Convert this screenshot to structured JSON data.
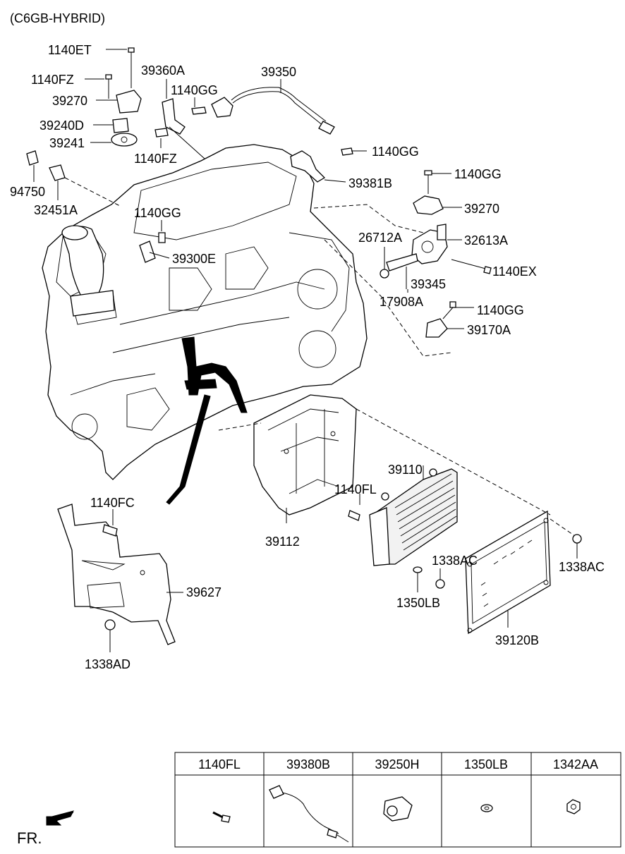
{
  "title": "(C6GB-HYBRID)",
  "fr_label": "FR.",
  "callouts": [
    "1140ET",
    "1140FZ",
    "39270",
    "39240D",
    "39241",
    "39360A",
    "1140GG",
    "39350",
    "1140FZ",
    "94750",
    "32451A",
    "1140GG",
    "39381B",
    "1140GG",
    "39270",
    "1140GG",
    "39300E",
    "26712A",
    "32613A",
    "39345",
    "1140EX",
    "17908A",
    "1140GG",
    "39170A",
    "39110",
    "1140FL",
    "39112",
    "1140FC",
    "1338AC",
    "1338AC",
    "39627",
    "1350LB",
    "39120B",
    "1338AD"
  ],
  "legend": {
    "headers": [
      "1140FL",
      "39380B",
      "39250H",
      "1350LB",
      "1342AA"
    ]
  }
}
